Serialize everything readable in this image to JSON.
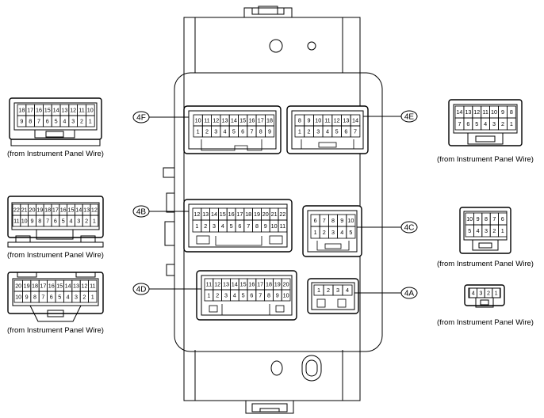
{
  "wire_label": "(from Instrument Panel Wire)",
  "connectors": [
    {
      "id": "4F",
      "tag_text": "4F",
      "rows": [
        [
          "10",
          "11",
          "12",
          "13",
          "14",
          "15",
          "16",
          "17",
          "18"
        ],
        [
          "1",
          "2",
          "3",
          "4",
          "5",
          "6",
          "7",
          "8",
          "9"
        ]
      ],
      "left_rows": [
        [
          "18",
          "17",
          "16",
          "15",
          "14",
          "13",
          "12",
          "11",
          "10"
        ],
        [
          "9",
          "8",
          "7",
          "6",
          "5",
          "4",
          "3",
          "2",
          "1"
        ]
      ]
    },
    {
      "id": "4B",
      "tag_text": "4B",
      "rows": [
        [
          "12",
          "13",
          "14",
          "15",
          "16",
          "17",
          "18",
          "19",
          "20",
          "21",
          "22"
        ],
        [
          "1",
          "2",
          "3",
          "4",
          "5",
          "6",
          "7",
          "8",
          "9",
          "10",
          "11"
        ]
      ],
      "left_rows": [
        [
          "22",
          "21",
          "20",
          "19",
          "18",
          "17",
          "16",
          "15",
          "14",
          "13",
          "12"
        ],
        [
          "11",
          "10",
          "9",
          "8",
          "7",
          "6",
          "5",
          "4",
          "3",
          "2",
          "1"
        ]
      ]
    },
    {
      "id": "4D",
      "tag_text": "4D",
      "rows": [
        [
          "11",
          "12",
          "13",
          "14",
          "15",
          "16",
          "17",
          "18",
          "19",
          "20"
        ],
        [
          "1",
          "2",
          "3",
          "4",
          "5",
          "6",
          "7",
          "8",
          "9",
          "10"
        ]
      ],
      "left_rows": [
        [
          "20",
          "19",
          "18",
          "17",
          "16",
          "15",
          "14",
          "13",
          "12",
          "11"
        ],
        [
          "10",
          "9",
          "8",
          "7",
          "6",
          "5",
          "4",
          "3",
          "2",
          "1"
        ]
      ]
    },
    {
      "id": "4E",
      "tag_text": "4E",
      "rows": [
        [
          "8",
          "9",
          "10",
          "11",
          "12",
          "13",
          "14"
        ],
        [
          "1",
          "2",
          "3",
          "4",
          "5",
          "6",
          "7"
        ]
      ],
      "right_rows": [
        [
          "14",
          "13",
          "12",
          "11",
          "10",
          "9",
          "8"
        ],
        [
          "7",
          "6",
          "5",
          "4",
          "3",
          "2",
          "1"
        ]
      ]
    },
    {
      "id": "4C",
      "tag_text": "4C",
      "rows": [
        [
          "6",
          "7",
          "8",
          "9",
          "10"
        ],
        [
          "1",
          "2",
          "3",
          "4",
          "5"
        ]
      ],
      "right_rows": [
        [
          "10",
          "9",
          "8",
          "7",
          "6"
        ],
        [
          "5",
          "4",
          "3",
          "2",
          "1"
        ]
      ]
    },
    {
      "id": "4A",
      "tag_text": "4A",
      "rows": [
        [
          "1",
          "2",
          "3",
          "4"
        ]
      ],
      "right_rows": [
        [
          "4",
          "3",
          "2",
          "1"
        ]
      ]
    }
  ]
}
